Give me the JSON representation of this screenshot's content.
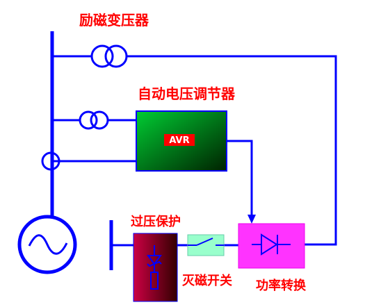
{
  "labels": {
    "excitation_transformer": "励磁变压器",
    "avr_title": "自动电压调节器",
    "avr_box": "AVR",
    "overvoltage_protection": "过压保护",
    "field_breaker": "灭磁开关",
    "power_converter": "功率转换"
  },
  "colors": {
    "wire": "#0000ff",
    "label": "#ff0000",
    "avr_gradient": [
      "#00cc33",
      "#003300"
    ],
    "overvoltage_gradient": [
      "#990033",
      "#330000"
    ],
    "breaker_fill": "#99ffcc",
    "converter_fill": "#ff33ff"
  },
  "icons": [
    "transformer-icon",
    "ct-icon",
    "generator-icon",
    "thyristor-icon",
    "zener-icon",
    "switch-icon"
  ]
}
